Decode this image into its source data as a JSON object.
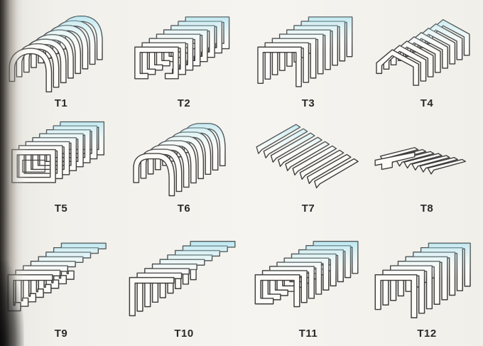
{
  "figures": [
    {
      "label": "T1",
      "shape": "arched-bellows",
      "pleats": 8
    },
    {
      "label": "T2",
      "shape": "c-channel-bellows",
      "pleats": 8
    },
    {
      "label": "T3",
      "shape": "inverted-u-bellows",
      "pleats": 8
    },
    {
      "label": "T4",
      "shape": "gable-bellows",
      "pleats": 8
    },
    {
      "label": "T5",
      "shape": "closed-frame-bellows",
      "pleats": 8
    },
    {
      "label": "T6",
      "shape": "flat-top-bellows",
      "pleats": 8
    },
    {
      "label": "T7",
      "shape": "flat-pleated-bellows",
      "pleats": 9
    },
    {
      "label": "T8",
      "shape": "stepped-flat-bellows",
      "pleats": 7
    },
    {
      "label": "T9",
      "shape": "angle-hook-bellows",
      "pleats": 8
    },
    {
      "label": "T10",
      "shape": "angle-bellows",
      "pleats": 9
    },
    {
      "label": "T11",
      "shape": "flanged-channel-bellows",
      "pleats": 9
    },
    {
      "label": "T12",
      "shape": "inverted-u-tall-bellows",
      "pleats": 8
    }
  ],
  "colors": {
    "paper": "#f3f1ec",
    "line": "#3d3d3d",
    "face": "#fcfbf7",
    "pleat_highlight": "#8fd6e8",
    "pleat_highlight_soft": "#c2ebf4",
    "label": "#2a2a2a",
    "scan_edge": "#171513"
  }
}
